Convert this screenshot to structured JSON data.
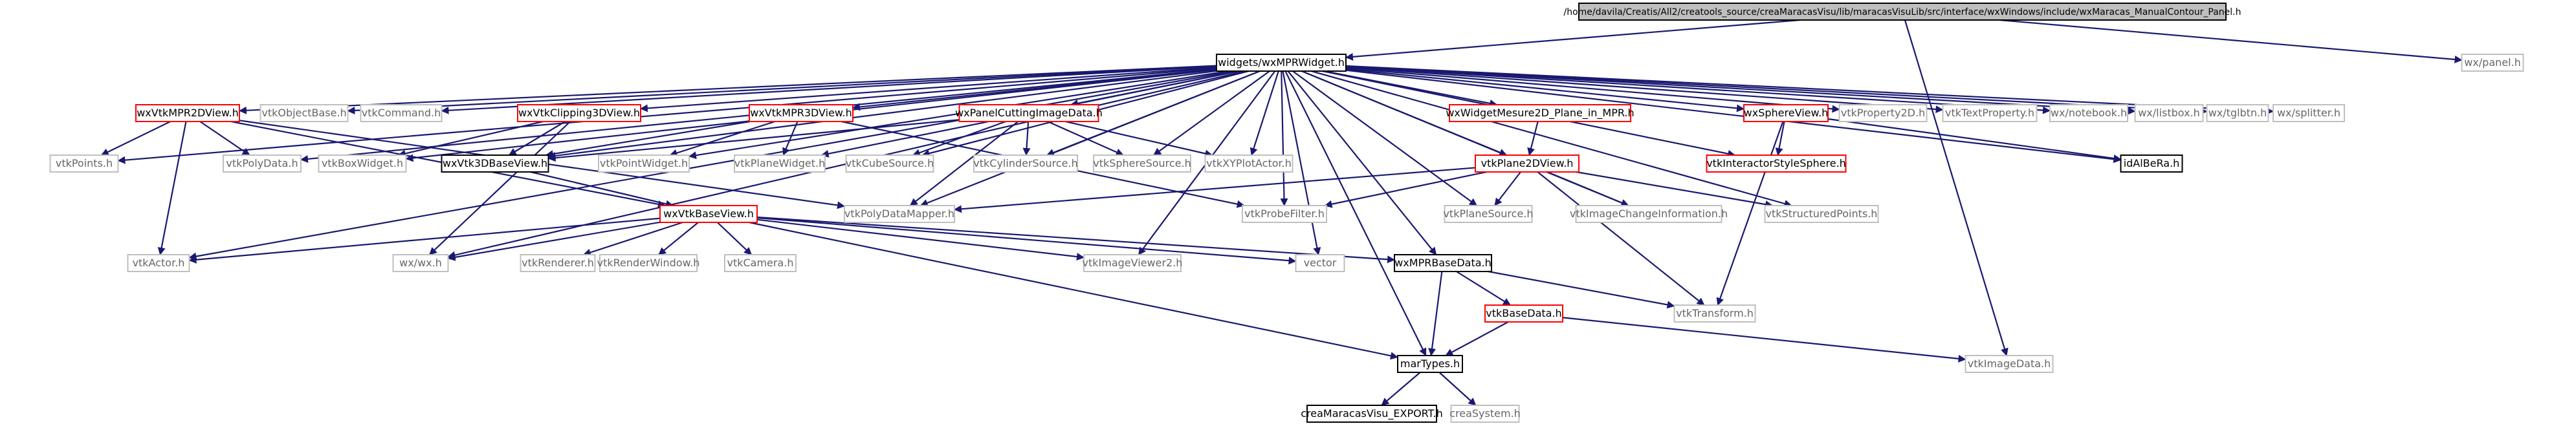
{
  "colors": {
    "edge": "#191970",
    "text": "#000000",
    "text_gray": "#666666",
    "border_gray": "#bfbfbf",
    "border_black": "#000000",
    "border_red": "#ff0000",
    "root_fill": "#bfbfbf"
  },
  "graph": {
    "nodes": [
      {
        "id": "root",
        "label": "/home/davila/Creatis/All2/creatools_source/creaMaracasVisu/lib/maracasVisuLib/src/interface/wxWindows/include/wxMaracas_ManualContour_Panel.h",
        "style": "root"
      },
      {
        "id": "mprwidget",
        "label": "widgets/wxMPRWidget.h",
        "style": "black"
      },
      {
        "id": "panel",
        "label": "wx/panel.h",
        "style": "gray"
      },
      {
        "id": "vtkmpr2d",
        "label": "wxVtkMPR2DView.h",
        "style": "red"
      },
      {
        "id": "objbase",
        "label": "vtkObjectBase.h",
        "style": "gray"
      },
      {
        "id": "command",
        "label": "vtkCommand.h",
        "style": "gray"
      },
      {
        "id": "clip3d",
        "label": "wxVtkClipping3DView.h",
        "style": "red"
      },
      {
        "id": "mpr3d",
        "label": "wxVtkMPR3DView.h",
        "style": "red"
      },
      {
        "id": "cutting",
        "label": "wxPanelCuttingImageData.h",
        "style": "red"
      },
      {
        "id": "mesure",
        "label": "wxWidgetMesure2D_Plane_in_MPR.h",
        "style": "red"
      },
      {
        "id": "sphereview",
        "label": "wxSphereView.h",
        "style": "red"
      },
      {
        "id": "prop2d",
        "label": "vtkProperty2D.h",
        "style": "gray"
      },
      {
        "id": "textprop",
        "label": "vtkTextProperty.h",
        "style": "gray"
      },
      {
        "id": "notebook",
        "label": "wx/notebook.h",
        "style": "gray"
      },
      {
        "id": "listbox",
        "label": "wx/listbox.h",
        "style": "gray"
      },
      {
        "id": "tglbtn",
        "label": "wx/tglbtn.h",
        "style": "gray"
      },
      {
        "id": "splitter",
        "label": "wx/splitter.h",
        "style": "gray"
      },
      {
        "id": "points",
        "label": "vtkPoints.h",
        "style": "gray"
      },
      {
        "id": "polydata",
        "label": "vtkPolyData.h",
        "style": "gray"
      },
      {
        "id": "boxwidget",
        "label": "vtkBoxWidget.h",
        "style": "gray"
      },
      {
        "id": "vtk3dbase",
        "label": "wxVtk3DBaseView.h",
        "style": "black"
      },
      {
        "id": "pointwidget",
        "label": "vtkPointWidget.h",
        "style": "gray"
      },
      {
        "id": "planewidget",
        "label": "vtkPlaneWidget.h",
        "style": "gray"
      },
      {
        "id": "cubesource",
        "label": "vtkCubeSource.h",
        "style": "gray"
      },
      {
        "id": "cylsource",
        "label": "vtkCylinderSource.h",
        "style": "gray"
      },
      {
        "id": "sphsource",
        "label": "vtkSphereSource.h",
        "style": "gray"
      },
      {
        "id": "xyplot",
        "label": "vtkXYPlotActor.h",
        "style": "gray"
      },
      {
        "id": "plane2d",
        "label": "vtkPlane2DView.h",
        "style": "red"
      },
      {
        "id": "interactor",
        "label": "vtkInteractorStyleSphere.h",
        "style": "red"
      },
      {
        "id": "idalbera",
        "label": "idAlBeRa.h",
        "style": "black"
      },
      {
        "id": "vtkbaseview",
        "label": "wxVtkBaseView.h",
        "style": "red"
      },
      {
        "id": "polymapper",
        "label": "vtkPolyDataMapper.h",
        "style": "gray"
      },
      {
        "id": "probefilter",
        "label": "vtkProbeFilter.h",
        "style": "gray"
      },
      {
        "id": "planesource",
        "label": "vtkPlaneSource.h",
        "style": "gray"
      },
      {
        "id": "imgchange",
        "label": "vtkImageChangeInformation.h",
        "style": "gray"
      },
      {
        "id": "structpts",
        "label": "vtkStructuredPoints.h",
        "style": "gray"
      },
      {
        "id": "actor",
        "label": "vtkActor.h",
        "style": "gray"
      },
      {
        "id": "wxwx",
        "label": "wx/wx.h",
        "style": "gray"
      },
      {
        "id": "renderer",
        "label": "vtkRenderer.h",
        "style": "gray"
      },
      {
        "id": "renwin",
        "label": "vtkRenderWindow.h",
        "style": "gray"
      },
      {
        "id": "camera",
        "label": "vtkCamera.h",
        "style": "gray"
      },
      {
        "id": "imgviewer",
        "label": "vtkImageViewer2.h",
        "style": "gray"
      },
      {
        "id": "vector",
        "label": "vector",
        "style": "gray"
      },
      {
        "id": "mprbasedata",
        "label": "wxMPRBaseData.h",
        "style": "black"
      },
      {
        "id": "transform",
        "label": "vtkTransform.h",
        "style": "gray"
      },
      {
        "id": "basedata",
        "label": "vtkBaseData.h",
        "style": "red"
      },
      {
        "id": "imagedata",
        "label": "vtkImageData.h",
        "style": "gray"
      },
      {
        "id": "marTypes",
        "label": "marTypes.h",
        "style": "black"
      },
      {
        "id": "export",
        "label": "creaMaracasVisu_EXPORT.h",
        "style": "black"
      },
      {
        "id": "system",
        "label": "creaSystem.h",
        "style": "gray"
      }
    ],
    "edges": [
      [
        "root",
        "mprwidget"
      ],
      [
        "root",
        "panel"
      ],
      [
        "root",
        "imagedata"
      ],
      [
        "mprwidget",
        "vtkmpr2d"
      ],
      [
        "mprwidget",
        "objbase"
      ],
      [
        "mprwidget",
        "command"
      ],
      [
        "mprwidget",
        "clip3d"
      ],
      [
        "mprwidget",
        "mpr3d"
      ],
      [
        "mprwidget",
        "cutting"
      ],
      [
        "mprwidget",
        "mesure"
      ],
      [
        "mprwidget",
        "sphereview"
      ],
      [
        "mprwidget",
        "prop2d"
      ],
      [
        "mprwidget",
        "textprop"
      ],
      [
        "mprwidget",
        "notebook"
      ],
      [
        "mprwidget",
        "listbox"
      ],
      [
        "mprwidget",
        "tglbtn"
      ],
      [
        "mprwidget",
        "splitter"
      ],
      [
        "mprwidget",
        "points"
      ],
      [
        "mprwidget",
        "polydata"
      ],
      [
        "mprwidget",
        "boxwidget"
      ],
      [
        "mprwidget",
        "vtk3dbase"
      ],
      [
        "mprwidget",
        "pointwidget"
      ],
      [
        "mprwidget",
        "planewidget"
      ],
      [
        "mprwidget",
        "cubesource"
      ],
      [
        "mprwidget",
        "cylsource"
      ],
      [
        "mprwidget",
        "sphsource"
      ],
      [
        "mprwidget",
        "xyplot"
      ],
      [
        "mprwidget",
        "plane2d"
      ],
      [
        "mprwidget",
        "idalbera"
      ],
      [
        "mprwidget",
        "polymapper"
      ],
      [
        "mprwidget",
        "probefilter"
      ],
      [
        "mprwidget",
        "planesource"
      ],
      [
        "mprwidget",
        "imgchange"
      ],
      [
        "mprwidget",
        "structpts"
      ],
      [
        "mprwidget",
        "actor"
      ],
      [
        "mprwidget",
        "wxwx"
      ],
      [
        "mprwidget",
        "imgviewer"
      ],
      [
        "mprwidget",
        "vector"
      ],
      [
        "mprwidget",
        "mprbasedata"
      ],
      [
        "mprwidget",
        "marTypes"
      ],
      [
        "mprwidget",
        "interactor"
      ],
      [
        "vtkmpr2d",
        "points"
      ],
      [
        "vtkmpr2d",
        "polydata"
      ],
      [
        "vtkmpr2d",
        "vtkbaseview"
      ],
      [
        "vtkmpr2d",
        "actor"
      ],
      [
        "vtkmpr2d",
        "polymapper"
      ],
      [
        "clip3d",
        "boxwidget"
      ],
      [
        "clip3d",
        "vtk3dbase"
      ],
      [
        "clip3d",
        "wxwx"
      ],
      [
        "mpr3d",
        "vtk3dbase"
      ],
      [
        "mpr3d",
        "pointwidget"
      ],
      [
        "mpr3d",
        "planewidget"
      ],
      [
        "mpr3d",
        "probefilter"
      ],
      [
        "cutting",
        "vtk3dbase"
      ],
      [
        "cutting",
        "cubesource"
      ],
      [
        "cutting",
        "cylsource"
      ],
      [
        "cutting",
        "sphsource"
      ],
      [
        "cutting",
        "xyplot"
      ],
      [
        "cutting",
        "polymapper"
      ],
      [
        "mesure",
        "plane2d"
      ],
      [
        "sphereview",
        "interactor"
      ],
      [
        "sphereview",
        "idalbera"
      ],
      [
        "sphereview",
        "transform"
      ],
      [
        "vtk3dbase",
        "vtkbaseview"
      ],
      [
        "plane2d",
        "polymapper"
      ],
      [
        "plane2d",
        "probefilter"
      ],
      [
        "plane2d",
        "planesource"
      ],
      [
        "plane2d",
        "imgchange"
      ],
      [
        "plane2d",
        "structpts"
      ],
      [
        "plane2d",
        "transform"
      ],
      [
        "vtkbaseview",
        "actor"
      ],
      [
        "vtkbaseview",
        "wxwx"
      ],
      [
        "vtkbaseview",
        "renderer"
      ],
      [
        "vtkbaseview",
        "renwin"
      ],
      [
        "vtkbaseview",
        "camera"
      ],
      [
        "vtkbaseview",
        "imgviewer"
      ],
      [
        "vtkbaseview",
        "vector"
      ],
      [
        "vtkbaseview",
        "mprbasedata"
      ],
      [
        "vtkbaseview",
        "marTypes"
      ],
      [
        "mprbasedata",
        "transform"
      ],
      [
        "mprbasedata",
        "basedata"
      ],
      [
        "mprbasedata",
        "marTypes"
      ],
      [
        "basedata",
        "marTypes"
      ],
      [
        "basedata",
        "imagedata"
      ],
      [
        "marTypes",
        "export"
      ],
      [
        "marTypes",
        "system"
      ]
    ]
  }
}
